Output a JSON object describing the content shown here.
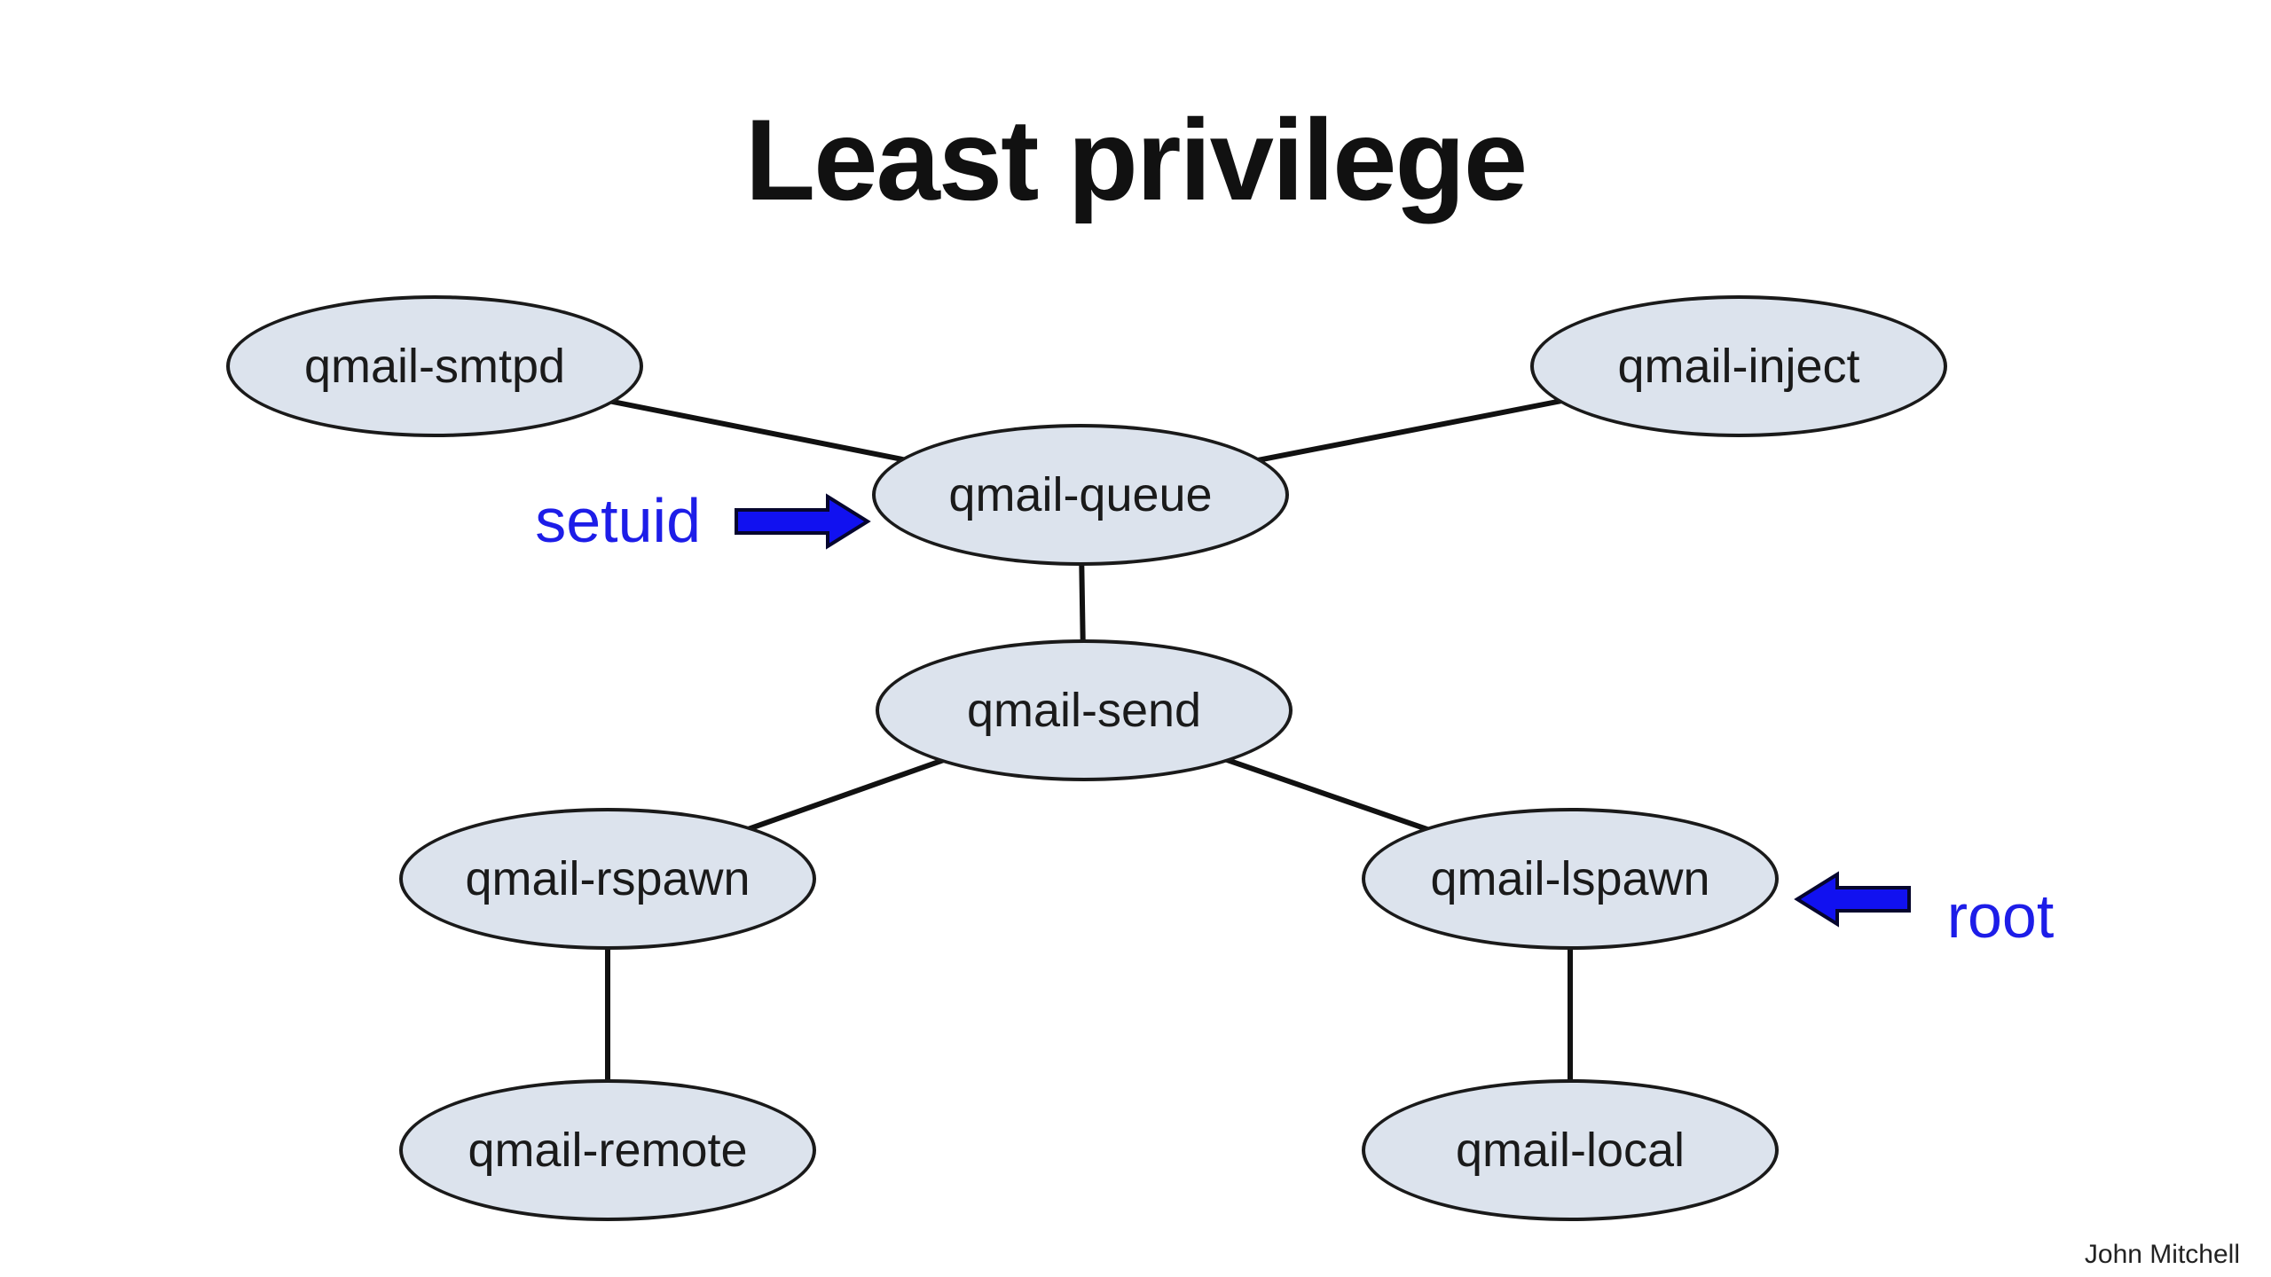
{
  "slide": {
    "title": "Least privilege",
    "credit": "John Mitchell"
  },
  "colors": {
    "node_fill": "#dce3ed",
    "node_border": "#1a1a1a",
    "edge": "#111111",
    "annotation_blue": "#1d1de8",
    "arrow_fill": "#1111f0",
    "arrow_outline": "#06062e"
  },
  "diagram": {
    "nodes": [
      {
        "id": "qmail-smtpd",
        "label": "qmail-smtpd"
      },
      {
        "id": "qmail-inject",
        "label": "qmail-inject"
      },
      {
        "id": "qmail-queue",
        "label": "qmail-queue"
      },
      {
        "id": "qmail-send",
        "label": "qmail-send"
      },
      {
        "id": "qmail-rspawn",
        "label": "qmail-rspawn"
      },
      {
        "id": "qmail-lspawn",
        "label": "qmail-lspawn"
      },
      {
        "id": "qmail-remote",
        "label": "qmail-remote"
      },
      {
        "id": "qmail-local",
        "label": "qmail-local"
      }
    ],
    "edges": [
      {
        "from": "qmail-smtpd",
        "to": "qmail-queue"
      },
      {
        "from": "qmail-inject",
        "to": "qmail-queue"
      },
      {
        "from": "qmail-queue",
        "to": "qmail-send"
      },
      {
        "from": "qmail-send",
        "to": "qmail-rspawn"
      },
      {
        "from": "qmail-send",
        "to": "qmail-lspawn"
      },
      {
        "from": "qmail-rspawn",
        "to": "qmail-remote"
      },
      {
        "from": "qmail-lspawn",
        "to": "qmail-local"
      }
    ],
    "annotations": [
      {
        "label": "setuid",
        "arrow": "right",
        "target": "qmail-queue"
      },
      {
        "label": "root",
        "arrow": "left",
        "target": "qmail-lspawn"
      }
    ]
  }
}
